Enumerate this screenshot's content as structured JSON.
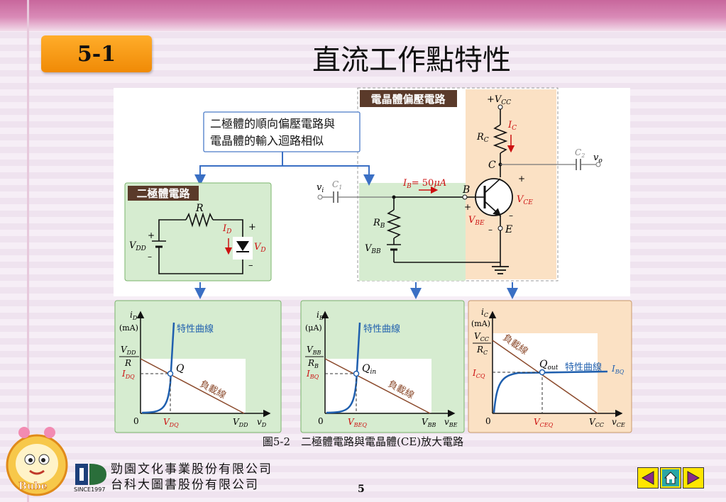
{
  "header": {
    "section": "5-1",
    "title": "直流工作點特性"
  },
  "diagram": {
    "callout": [
      "二極體的順向偏壓電路與",
      "電晶體的輸入迴路相似"
    ],
    "diode_box_title": "二極體電路",
    "transistor_box_title": "電晶體偏壓電路",
    "diode_circuit": {
      "r": "R",
      "vdd": "V",
      "vdd_sub": "DD",
      "id": "I",
      "id_sub": "D",
      "vd": "V",
      "vd_sub": "D",
      "plus": "+",
      "minus": "–"
    },
    "transistor_circuit": {
      "vcc": "+V",
      "vcc_sub": "CC",
      "rc": "R",
      "rc_sub": "C",
      "ic": "I",
      "ic_sub": "C",
      "c_node": "C",
      "c2": "C",
      "c2_sub": "2",
      "vo": "v",
      "vo_sub": "o",
      "vi": "v",
      "vi_sub": "i",
      "c1": "C",
      "c1_sub": "1",
      "ib_eq": "I",
      "ib_sub": "B",
      "ib_val": "= 50",
      "ib_unit": "μA",
      "b_node": "B",
      "e_node": "E",
      "rb": "R",
      "rb_sub": "B",
      "vbb": "V",
      "vbb_sub": "BB",
      "vce": "V",
      "vce_sub": "CE",
      "vbe": "V",
      "vbe_sub": "BE"
    }
  },
  "graphs": [
    {
      "ylabel": "i",
      "ylabel_sub": "D",
      "yunit": "(mA)",
      "curve_label": "特性曲線",
      "load_label": "負載線",
      "q_label": "Q",
      "q_sub": "",
      "y_int": "V",
      "y_int_sub": "DD",
      "y_int_den": "R",
      "iq": "I",
      "iq_sub": "DQ",
      "origin": "0",
      "vq": "V",
      "vq_sub": "DQ",
      "x_int": "V",
      "x_int_sub": "DD",
      "xlabel": "v",
      "xlabel_sub": "D"
    },
    {
      "ylabel": "i",
      "ylabel_sub": "B",
      "yunit": "(μA)",
      "curve_label": "特性曲線",
      "load_label": "負載線",
      "q_label": "Q",
      "q_sub": "in",
      "y_int": "V",
      "y_int_sub": "BB",
      "y_int_den": "R",
      "y_int_den_sub": "B",
      "iq": "I",
      "iq_sub": "BQ",
      "origin": "0",
      "vq": "V",
      "vq_sub": "BEQ",
      "x_int": "V",
      "x_int_sub": "BB",
      "xlabel": "v",
      "xlabel_sub": "BE"
    },
    {
      "ylabel": "i",
      "ylabel_sub": "C",
      "yunit": "(mA)",
      "curve_label": "特性曲線",
      "load_label": "負載線",
      "q_label": "Q",
      "q_sub": "out",
      "y_int": "V",
      "y_int_sub": "CC",
      "y_int_den": "R",
      "y_int_den_sub": "C",
      "iq": "I",
      "iq_sub": "CQ",
      "curve_end": "I",
      "curve_end_sub": "BQ",
      "origin": "0",
      "vq": "V",
      "vq_sub": "CEQ",
      "x_int": "V",
      "x_int_sub": "CC",
      "xlabel": "v",
      "xlabel_sub": "CE"
    }
  ],
  "caption": "圖5-2　二極體電路與電晶體(CE)放大電路",
  "publisher": [
    "勁園文化事業股份有限公司",
    "台科大圖書股份有限公司"
  ],
  "since": "SINCE1997",
  "logo_text": "Bube",
  "page_number": "5",
  "nav": {
    "prev": "previous-icon",
    "home": "home-icon",
    "next": "next-icon"
  },
  "colors": {
    "green_box": "#d8ecd0",
    "orange_box": "#fbe3c8",
    "blue_curve": "#1f5fae",
    "load_line": "#8b4a2c",
    "red": "#cc1111",
    "badge": "#f8a01c"
  }
}
